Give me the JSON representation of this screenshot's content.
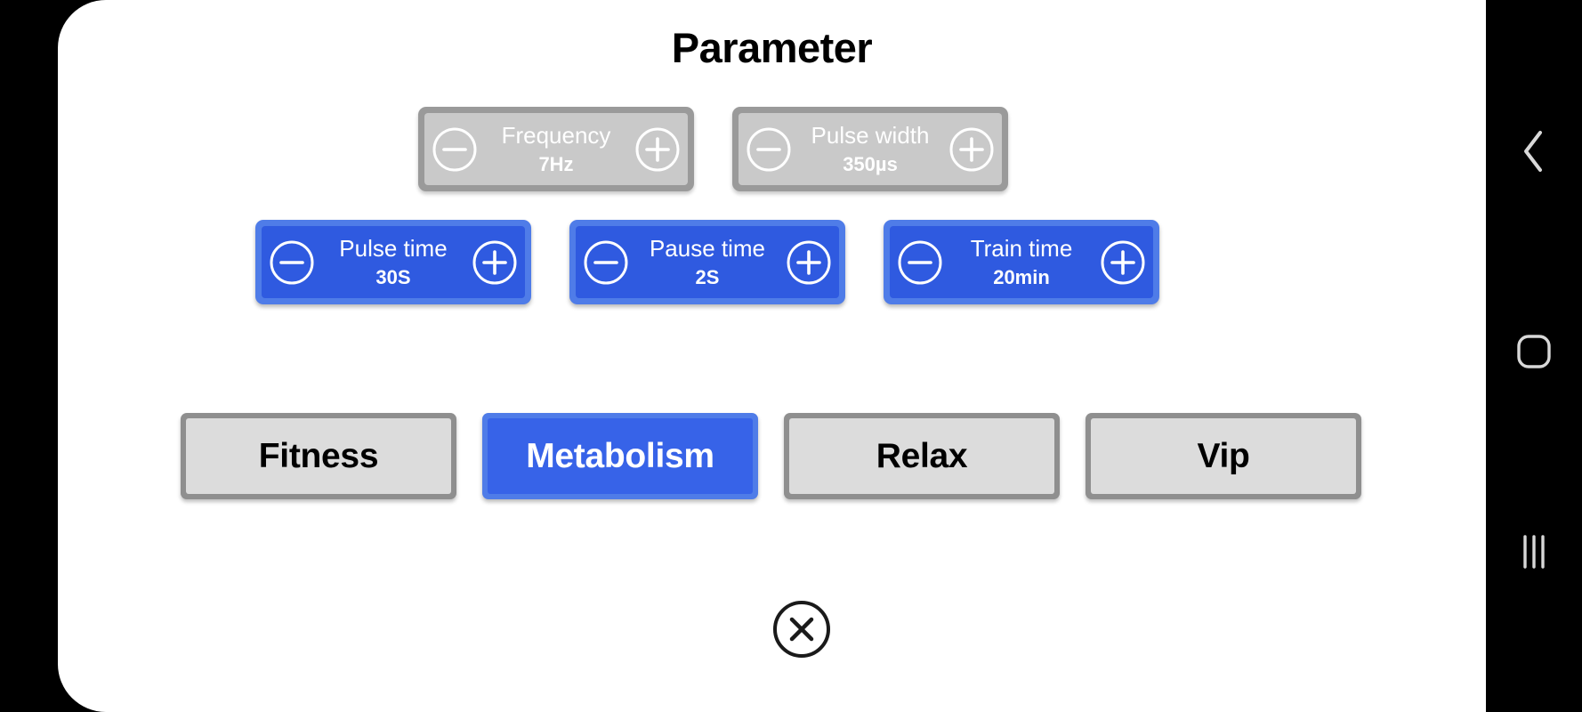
{
  "header": {
    "title": "Parameter"
  },
  "colors": {
    "accent_blue": "#3763e8",
    "blue_bezel": "#4f7ce8",
    "grey_fill": "#c9c9c9",
    "grey_bezel": "#9a9a9a",
    "mode_fill": "#dcdcdc",
    "mode_bezel": "#8f8f8f",
    "card_bg": "#ffffff",
    "screen_bg": "#000000"
  },
  "steppers": {
    "top_row": [
      {
        "name": "Frequency",
        "value": "7Hz",
        "state": "disabled",
        "minus_icon": "minus-circle-icon",
        "plus_icon": "plus-circle-icon"
      },
      {
        "name": "Pulse width",
        "value": "350µs",
        "state": "disabled",
        "minus_icon": "minus-circle-icon",
        "plus_icon": "plus-circle-icon"
      }
    ],
    "bottom_row": [
      {
        "name": "Pulse time",
        "value": "30S",
        "state": "active",
        "minus_icon": "minus-circle-icon",
        "plus_icon": "plus-circle-icon"
      },
      {
        "name": "Pause time",
        "value": "2S",
        "state": "active",
        "minus_icon": "minus-circle-icon",
        "plus_icon": "plus-circle-icon"
      },
      {
        "name": "Train time",
        "value": "20min",
        "state": "active",
        "minus_icon": "minus-circle-icon",
        "plus_icon": "plus-circle-icon"
      }
    ]
  },
  "modes": [
    {
      "label": "Fitness",
      "selected": false
    },
    {
      "label": "Metabolism",
      "selected": true
    },
    {
      "label": "Relax",
      "selected": false
    },
    {
      "label": "Vip",
      "selected": false
    }
  ],
  "close": {
    "icon": "close-circle-icon"
  },
  "nav_bar": {
    "buttons": [
      {
        "icon": "back-chevron-icon"
      },
      {
        "icon": "home-square-icon"
      },
      {
        "icon": "recents-bars-icon"
      }
    ]
  }
}
